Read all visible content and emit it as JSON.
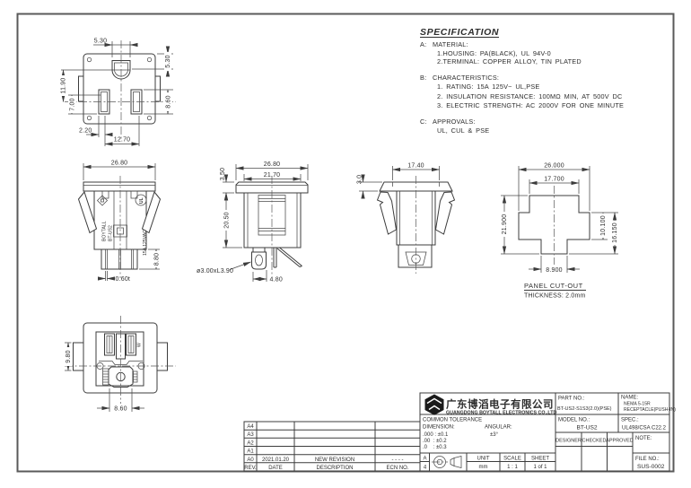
{
  "spec": {
    "title": "SPECIFICATION",
    "a_label": "A:",
    "a_title": "MATERIAL:",
    "a1": "1.HOUSING: PA(BLACK), UL 94V-0",
    "a2": "2.TERMINAL: COPPER ALLOY, TIN PLATED",
    "b_label": "B:",
    "b_title": "CHARACTERISTICS:",
    "b1": "1. RATING: 15A 125V~ UL,PSE",
    "b2": "2. INSULATION RESISTANCE: 100MΩ MIN, AT 500V DC",
    "b3": "3. ELECTRIC STRENGTH: AC 2000V FOR ONE MINUTE",
    "c_label": "C:",
    "c_title": "APPROVALS:",
    "c1": "UL, CUL & PSE"
  },
  "views": {
    "face": {
      "d_top": "5.30",
      "d_right_top": "5.30",
      "d_left": "11.90",
      "d_left2": "7.00",
      "d_right": "8.60",
      "d_bot1": "2.20",
      "d_bot2": "12.70"
    },
    "front": {
      "d_width": "26.80",
      "d_height": "8.80",
      "d_thk": "0.60t",
      "brand1": "BOYTALL",
      "brand2": "BT-US2",
      "rating": "15A 125VAC",
      "ul": "UL"
    },
    "side": {
      "d_w1": "26.80",
      "d_w2": "21.70",
      "d_flange": "3.50",
      "d_body": "20.50",
      "d_hole": "ø3.00xL3.90",
      "d_pin": "4.80"
    },
    "front2": {
      "d_width": "17.40",
      "d_flange": "3.0"
    },
    "back": {
      "d_height": "9.80",
      "d_width": "8.60",
      "w_mark": "W"
    },
    "cutout": {
      "d1": "26.000",
      "d2": "17.700",
      "d3": "21.900",
      "d4": "10.100",
      "d5": "16.150",
      "d6": "8.900",
      "title": "PANEL CUT-OUT",
      "thickness": "THICKNESS: 2.0mm"
    }
  },
  "revision": {
    "r0": "A4",
    "r1": "A3",
    "r2": "A2",
    "r3": "A1",
    "r4": "A0",
    "date": "2021.01.20",
    "desc": "NEW REVISION",
    "ecn": "- - - -",
    "h_rev": "REV.",
    "h_date": "DATE",
    "h_desc": "DESCRIPTION",
    "h_ecn": "ECN NO."
  },
  "title_block": {
    "company_cn": "广东博滔电子有限公司",
    "company_en": "GUANGDONG BOYTALL ELECTRONICS CO.,LTD",
    "part_no_label": "PART NO.:",
    "part_no": "BT-US2-S1S3(2.0)(PSE)",
    "name_label": "NAME:",
    "name1": "NEMA 5-15R",
    "name2": "RECEPTACLE(PUSH-IN)",
    "model_label": "MODEL NO.:",
    "model": "BT-US2",
    "spec_label": "SPEC.:",
    "spec": "UL498/CSA C22.2",
    "tolerance_title": "COMMON TOLERANCE",
    "dimension_label": "DIMENSION:",
    "angular_label": "ANGULAR:",
    "tol1": ".000 : ±0.1",
    "tol2": ".00  : ±0.2",
    "tol3": ".0    : ±0.3",
    "angular_value": "±3°",
    "designer": "DESIGNER",
    "checked": "CHECKED",
    "approved": "APPROVED",
    "note_label": "NOTE:",
    "file_no_label": "FILE NO.:",
    "file_no": "SUS-0002",
    "size_a": "A",
    "size_4": "4",
    "unit_label": "UNIT",
    "unit": "mm",
    "scale_label": "SCALE",
    "scale": "1 : 1",
    "sheet_label": "SHEET",
    "sheet": "1 of 1"
  }
}
